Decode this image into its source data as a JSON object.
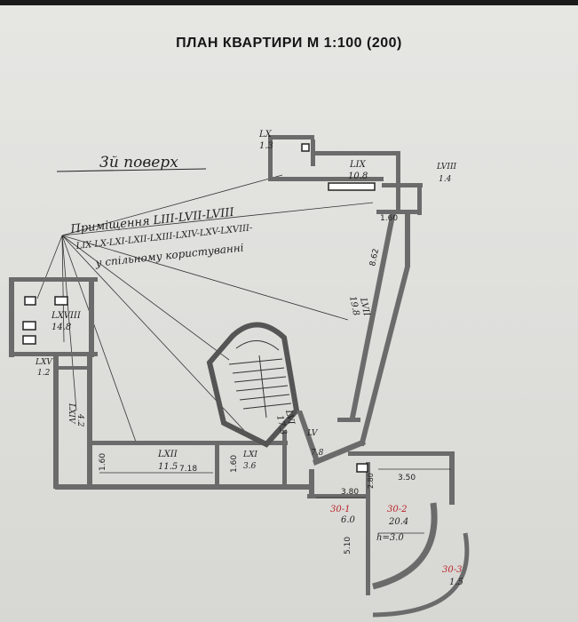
{
  "title": "ПЛАН КВАРТИРИ М 1:100 (200)",
  "floor_note": "3й поверх",
  "premises_note": {
    "line1": "Приміщення LIII-LVII-LVIII",
    "line2": "LIX-LX-LXI-LXII-LXIII-LXIV-LXV-LXVIII-",
    "line3": "у спільному користуванні"
  },
  "rooms": [
    {
      "id": "LX",
      "area": "1.3"
    },
    {
      "id": "LIX",
      "area": "10.8"
    },
    {
      "id": "LVIII",
      "area": "1.4"
    },
    {
      "id": "LVII",
      "area": "19.8"
    },
    {
      "id": "LXVIII",
      "area": "14.8"
    },
    {
      "id": "LXV",
      "area": "1.2"
    },
    {
      "id": "LXIV",
      "area": "4.2"
    },
    {
      "id": "LXII",
      "area": "11.5"
    },
    {
      "id": "LXI",
      "area": "3.6"
    },
    {
      "id": "LVI",
      "area": "17.3"
    },
    {
      "id": "LV",
      "area": "7.8"
    }
  ],
  "apartments": [
    {
      "id": "30-1",
      "area": "6.0"
    },
    {
      "id": "30-2",
      "area": "20.4"
    },
    {
      "id": "30-3",
      "area": "1.5"
    }
  ],
  "dimensions": {
    "d_1_60_top": "1.60",
    "d_8_62": "8.62",
    "d_1_60_left": "1.60",
    "d_7_18": "7.18",
    "d_1_60_mid": "1.60",
    "d_3_50": "3.50",
    "d_3_80": "3.80",
    "d_2_80": "2.80",
    "d_5_10": "5.10",
    "height_label": "h=3.0"
  },
  "colors": {
    "paper": "#e2e2df",
    "ink": "#222222",
    "wall": "#6b6b6b",
    "apartment_label": "#b8242a"
  }
}
